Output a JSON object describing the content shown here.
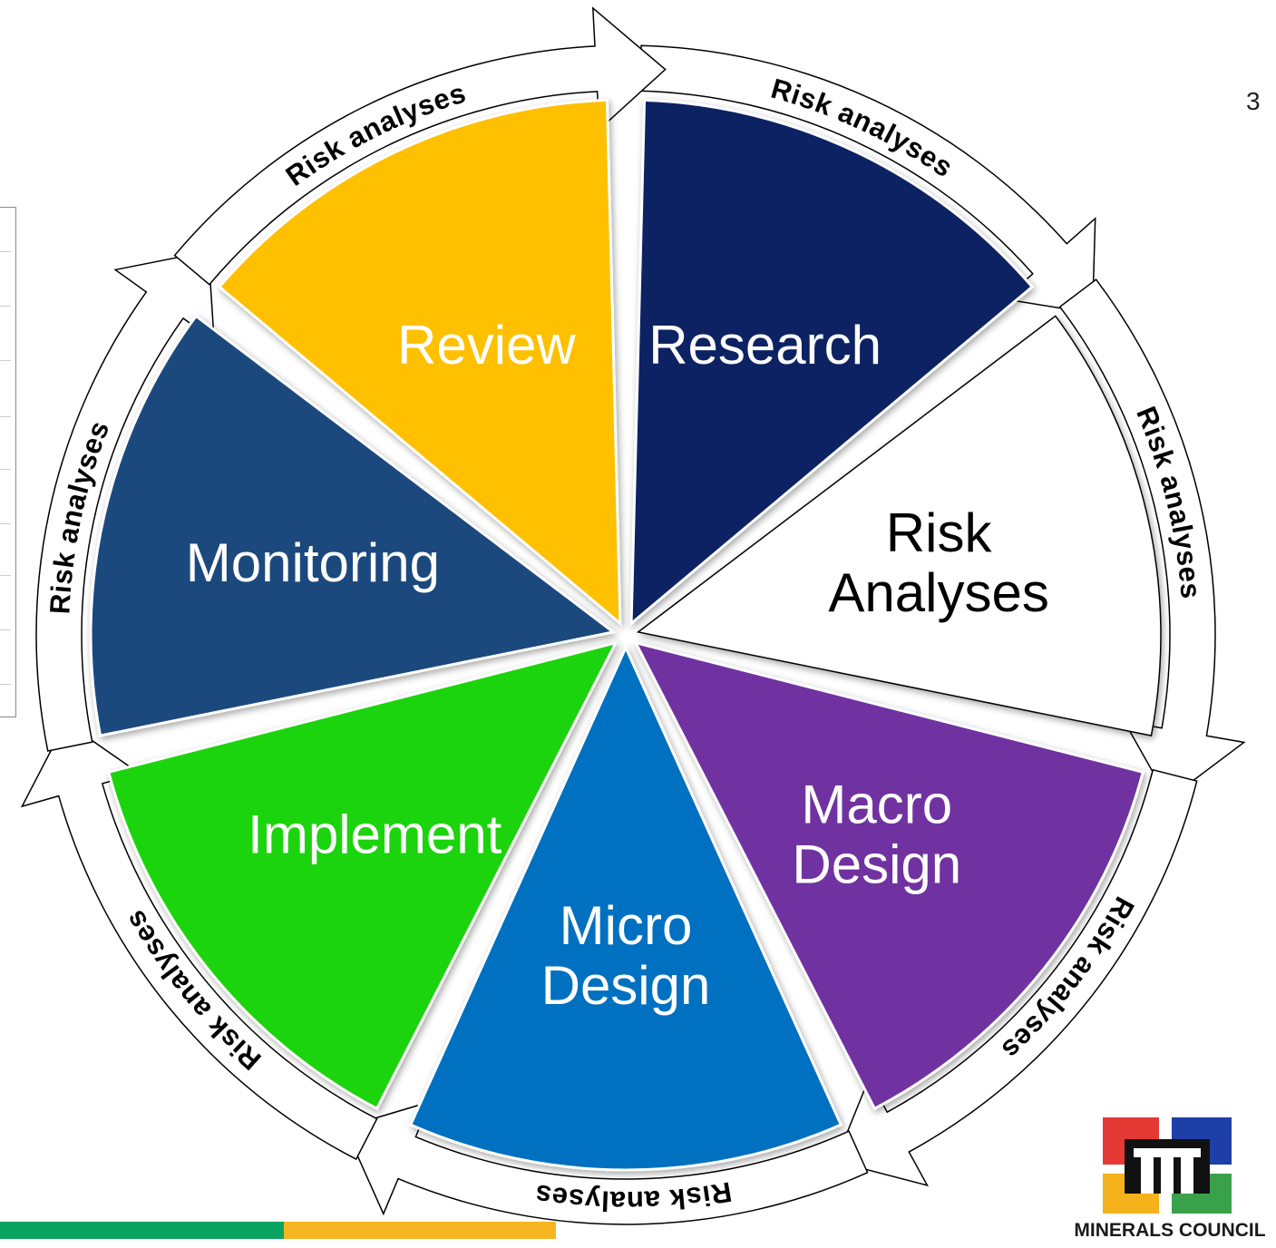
{
  "page_number": "3",
  "cycle": {
    "segments": [
      {
        "label_lines": [
          "Research"
        ],
        "color": "#0a2162",
        "text_color": "#ffffff"
      },
      {
        "label_lines": [
          "Risk",
          "Analyses"
        ],
        "color": "#ffffff",
        "text_color": "#000000"
      },
      {
        "label_lines": [
          "Macro",
          "Design"
        ],
        "color": "#7030a0",
        "text_color": "#ffffff"
      },
      {
        "label_lines": [
          "Micro",
          "Design"
        ],
        "color": "#0070c0",
        "text_color": "#ffffff"
      },
      {
        "label_lines": [
          "Implement"
        ],
        "color": "#1ed40c",
        "text_color": "#ffffff"
      },
      {
        "label_lines": [
          "Monitoring"
        ],
        "color": "#1f497d",
        "text_color": "#ffffff"
      },
      {
        "label_lines": [
          "Review"
        ],
        "color": "#ffc000",
        "text_color": "#ffffff"
      }
    ],
    "arrow_label": "Risk analyses"
  },
  "logo": {
    "caption": "MINERALS COUNCIL",
    "colors": {
      "red": "#e53935",
      "blue": "#1e3fa8",
      "yellow": "#f6b21b",
      "green": "#3aa14b",
      "black": "#111111"
    }
  },
  "footer_colors": {
    "green": "#0aa35f",
    "orange": "#f7b521"
  }
}
